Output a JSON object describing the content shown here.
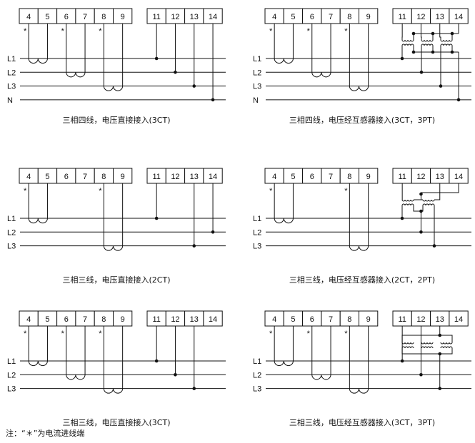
{
  "note": "注：“＊”为电流进线端",
  "terminals_current": [
    "4",
    "5",
    "6",
    "7",
    "8",
    "9"
  ],
  "terminals_voltage": [
    "11",
    "12",
    "13",
    "14"
  ],
  "star": "*",
  "panels": [
    {
      "caption": "三相四线，电压直接接入(3CT)",
      "lines": [
        "L1",
        "L2",
        "L3",
        "N"
      ],
      "ct": [
        0,
        1,
        2
      ],
      "volt": {
        "11": 0,
        "12": 1,
        "13": 2,
        "14": 3
      },
      "pt": "none"
    },
    {
      "caption": "三相四线，电压经互感器接入(3CT，3PT)",
      "lines": [
        "L1",
        "L2",
        "L3",
        "N"
      ],
      "ct": [
        0,
        1,
        2
      ],
      "pt": "3pt4w"
    },
    {
      "caption": "三相三线，电压直接接入(2CT)",
      "lines": [
        "L1",
        "L2",
        "L3"
      ],
      "ct": [
        0,
        2
      ],
      "volt": {
        "11": 0,
        "14": 1,
        "13": 2
      },
      "pt": "none"
    },
    {
      "caption": "三相三线，电压经互感器接入(2CT，2PT)",
      "lines": [
        "L1",
        "L2",
        "L3"
      ],
      "ct": [
        0,
        2
      ],
      "pt": "2pt"
    },
    {
      "caption": "三相三线，电压直接接入(3CT)",
      "lines": [
        "L1",
        "L2",
        "L3"
      ],
      "ct": [
        0,
        1,
        2
      ],
      "volt": {
        "11": 0,
        "12": 1,
        "13": 2
      },
      "pt": "none"
    },
    {
      "caption": "三相三线，电压经互感器接入(3CT，3PT)",
      "lines": [
        "L1",
        "L2",
        "L3"
      ],
      "ct": [
        0,
        1,
        2
      ],
      "pt": "3pt3w"
    }
  ]
}
